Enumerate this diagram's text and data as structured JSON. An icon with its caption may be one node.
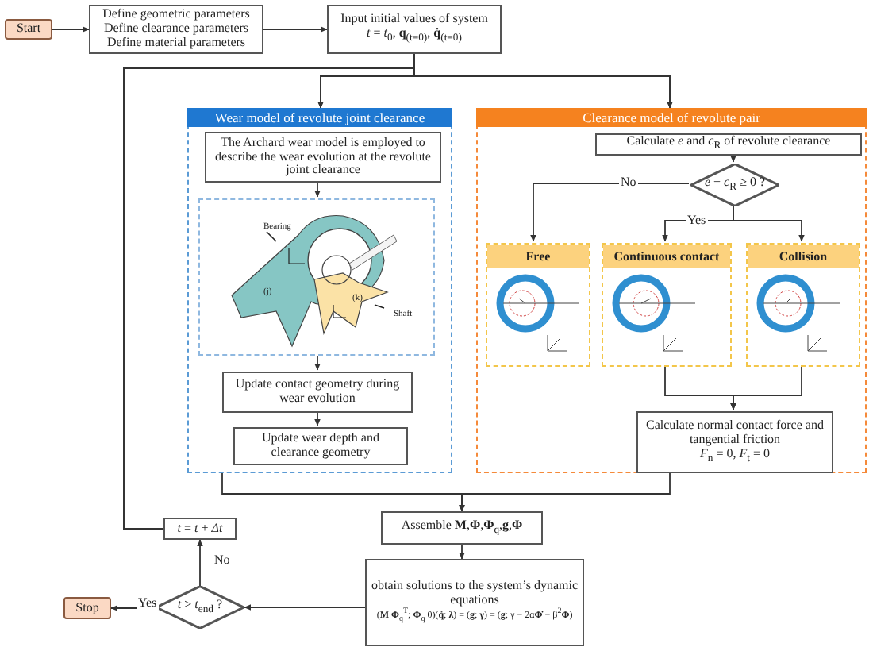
{
  "diagram": {
    "nodes": [
      {
        "text": [
          "Start"
        ]
      },
      {
        "text": [
          "Define geometric parameters",
          "Define clearance parameters",
          "Define material parameters"
        ]
      },
      {
        "text": [
          "Input initial values of system",
          "*t* = *t*$_{0}$, **q**$_{(t=0)}$, **q̇**$_{(t=0)}$"
        ]
      },
      {
        "text": [
          "Wear model of revolute joint clearance"
        ]
      },
      {
        "text": [
          "The Archard wear model is employed to describe the wear evolution at the revolute joint clearance"
        ],
        "in": 3
      },
      {
        "text": [],
        "shape": "picture",
        "in": 3
      },
      {
        "text": [
          "Update contact geometry during wear evolution"
        ],
        "in": 3
      },
      {
        "text": [
          "Update wear depth and clearance geometry"
        ],
        "in": 3
      },
      {
        "text": [
          "Clearance model of revolute pair"
        ]
      },
      {
        "text": [
          "Calculate *e* and *c*$_{R}$ of revolute clearance"
        ],
        "in": 8
      },
      {
        "text": [
          "*e* − *c*$_{R}$ ≥ 0 ?"
        ],
        "in": 8
      },
      {
        "text": [
          "Free"
        ],
        "in": 8
      },
      {
        "text": [
          "Continuous contact"
        ],
        "in": 8
      },
      {
        "text": [
          "Collision"
        ],
        "in": 8
      },
      {
        "text": [
          "Calculate normal contact force and tangential friction",
          "*F*$_{n}$ = 0, *F*$_{t}$ = 0"
        ],
        "in": 8
      },
      {
        "text": [
          "Assemble **M**,**Φ**,**Φ**$_{q}$,**g**,**Φ**"
        ]
      },
      {
        "text": [
          "obtain solutions to the system’s dynamic equations",
          "(**M** **Φ**$_{q}$$^{T}$; **Φ**$_{q}$ 0)(**q̈**; **λ**) = (**g**; **γ**) = (**g**; γ − 2α**Φ̇** − β$^{2}$**Φ**)"
        ]
      },
      {
        "text": [
          "*t* > *t*$_{end}$ ?"
        ]
      },
      {
        "text": [
          "Stop"
        ]
      },
      {
        "text": [
          "*t* = *t* + *Δt*"
        ]
      }
    ],
    "edges": [
      {
        "from": 0,
        "to": 1,
        "arrow": "to"
      },
      {
        "from": 1,
        "to": 2,
        "arrow": "to"
      },
      {
        "from": 2,
        "to": 3,
        "arrow": "to"
      },
      {
        "from": 2,
        "to": 8,
        "arrow": "to"
      },
      {
        "from": 19,
        "to": 3,
        "arrow": "to"
      },
      {
        "from": 19,
        "to": 8,
        "arrow": "to"
      },
      {
        "from": 4,
        "to": 5,
        "arrow": "to"
      },
      {
        "from": 5,
        "to": 6,
        "arrow": "to"
      },
      {
        "from": 6,
        "to": 7,
        "arrow": "to"
      },
      {
        "from": 9,
        "to": 10,
        "arrow": "to"
      },
      {
        "from": 10,
        "to": 11,
        "arrow": "to",
        "label": "No"
      },
      {
        "from": 10,
        "to": 12,
        "arrow": "to",
        "label": "Yes"
      },
      {
        "from": 10,
        "to": 13,
        "arrow": "to"
      },
      {
        "from": 12,
        "to": 14,
        "arrow": "to"
      },
      {
        "from": 13,
        "to": 14,
        "arrow": "to"
      },
      {
        "from": 3,
        "to": 15,
        "arrow": "to"
      },
      {
        "from": 14,
        "to": 15,
        "arrow": "to"
      },
      {
        "from": 15,
        "to": 16,
        "arrow": "to"
      },
      {
        "from": 16,
        "to": 17,
        "arrow": "to"
      },
      {
        "from": 17,
        "to": 18,
        "arrow": "to",
        "label": "Yes"
      },
      {
        "from": 17,
        "to": 19,
        "arrow": "to",
        "label": "No"
      }
    ],
    "labels": [
      "Bearing",
      "(j)",
      "(k)",
      "Shaft"
    ]
  }
}
